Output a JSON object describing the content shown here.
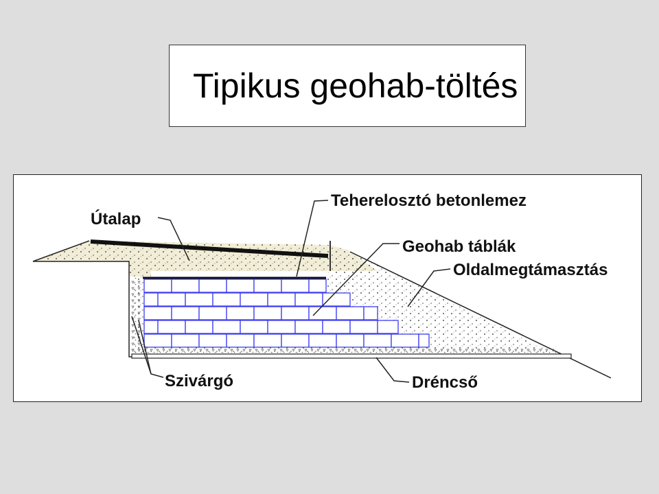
{
  "title": "Tipikus geohab-töltés",
  "labels": {
    "utalap": "Útalap",
    "teherelosztó": "Teherelosztó betonlemez",
    "geohab": "Geohab táblák",
    "oldal": "Oldalmegtámasztás",
    "szivargo": "Szivárgó",
    "drencso": "Dréncső"
  },
  "colors": {
    "blocks": "#3c3cf0",
    "fill": "#efe9cf",
    "dots": "#555555"
  }
}
